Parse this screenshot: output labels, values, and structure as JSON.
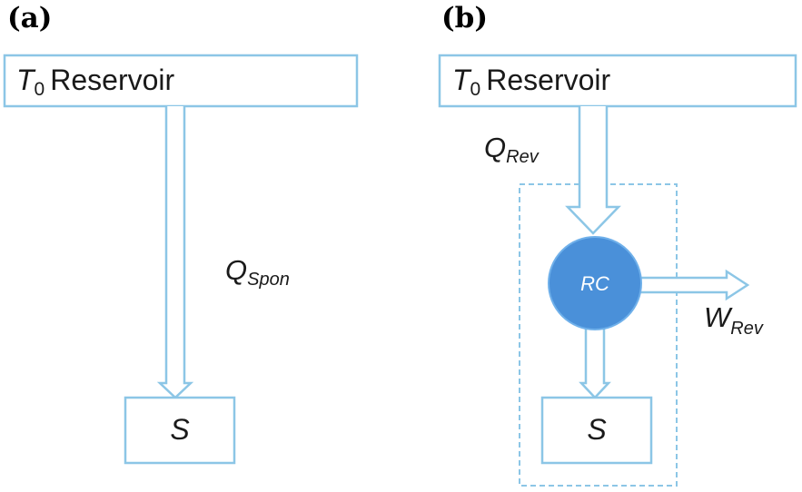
{
  "panels": {
    "a": {
      "label": "(a)",
      "reservoir": {
        "symbol": "T",
        "subscript": "0",
        "text": "Reservoir"
      },
      "heat": {
        "symbol": "Q",
        "subscript": "Spon"
      },
      "system": "S"
    },
    "b": {
      "label": "(b)",
      "reservoir": {
        "symbol": "T",
        "subscript": "0",
        "text": "Reservoir"
      },
      "heat": {
        "symbol": "Q",
        "subscript": "Rev"
      },
      "cycle": "RC",
      "work": {
        "symbol": "W",
        "subscript": "Rev"
      },
      "system": "S"
    }
  },
  "colors": {
    "outline": "#8cc6e6",
    "circle_fill": "#4a90d9",
    "circle_stroke": "#6fb0ea"
  }
}
